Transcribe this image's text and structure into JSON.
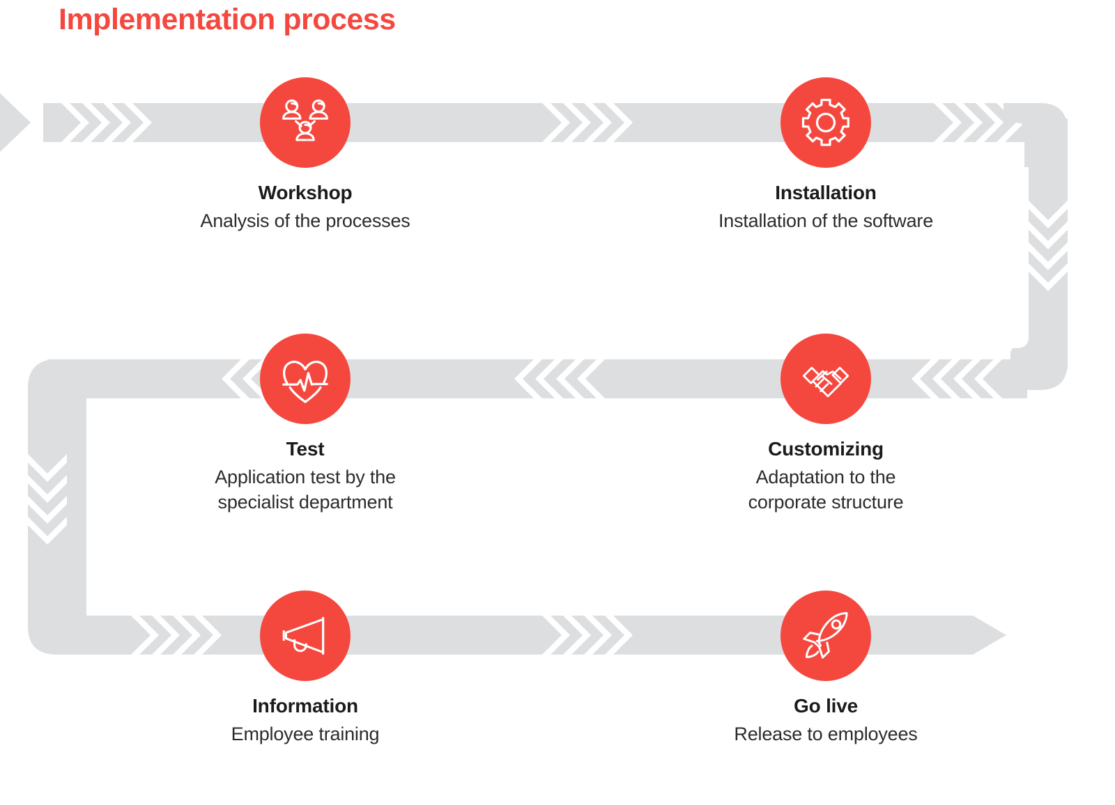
{
  "title": "Implementation process",
  "colors": {
    "accent": "#F4483F",
    "path": "#DCDEE0",
    "path_light": "#E6E8EA",
    "title_text": "#1b1b1b",
    "desc_text": "#2b2b2b",
    "background": "#ffffff"
  },
  "flow": {
    "type": "serpentine-process",
    "row_directions": [
      "left-to-right",
      "right-to-left",
      "left-to-right"
    ],
    "chevron_groups_per_segment": 4,
    "entry_arrowhead": "left-edge-triangle"
  },
  "steps": [
    {
      "index": 1,
      "icon": "team-icon",
      "title": "Workshop",
      "desc": "Analysis of the processes"
    },
    {
      "index": 2,
      "icon": "gear-icon",
      "title": "Installation",
      "desc": "Installation of the software"
    },
    {
      "index": 3,
      "icon": "heartbeat-icon",
      "title": "Test",
      "desc": "Application test by the\nspecialist department"
    },
    {
      "index": 4,
      "icon": "handshake-icon",
      "title": "Customizing",
      "desc": "Adaptation to the\ncorporate structure"
    },
    {
      "index": 5,
      "icon": "megaphone-icon",
      "title": "Information",
      "desc": "Employee training"
    },
    {
      "index": 6,
      "icon": "rocket-icon",
      "title": "Go live",
      "desc": "Release to employees"
    }
  ]
}
